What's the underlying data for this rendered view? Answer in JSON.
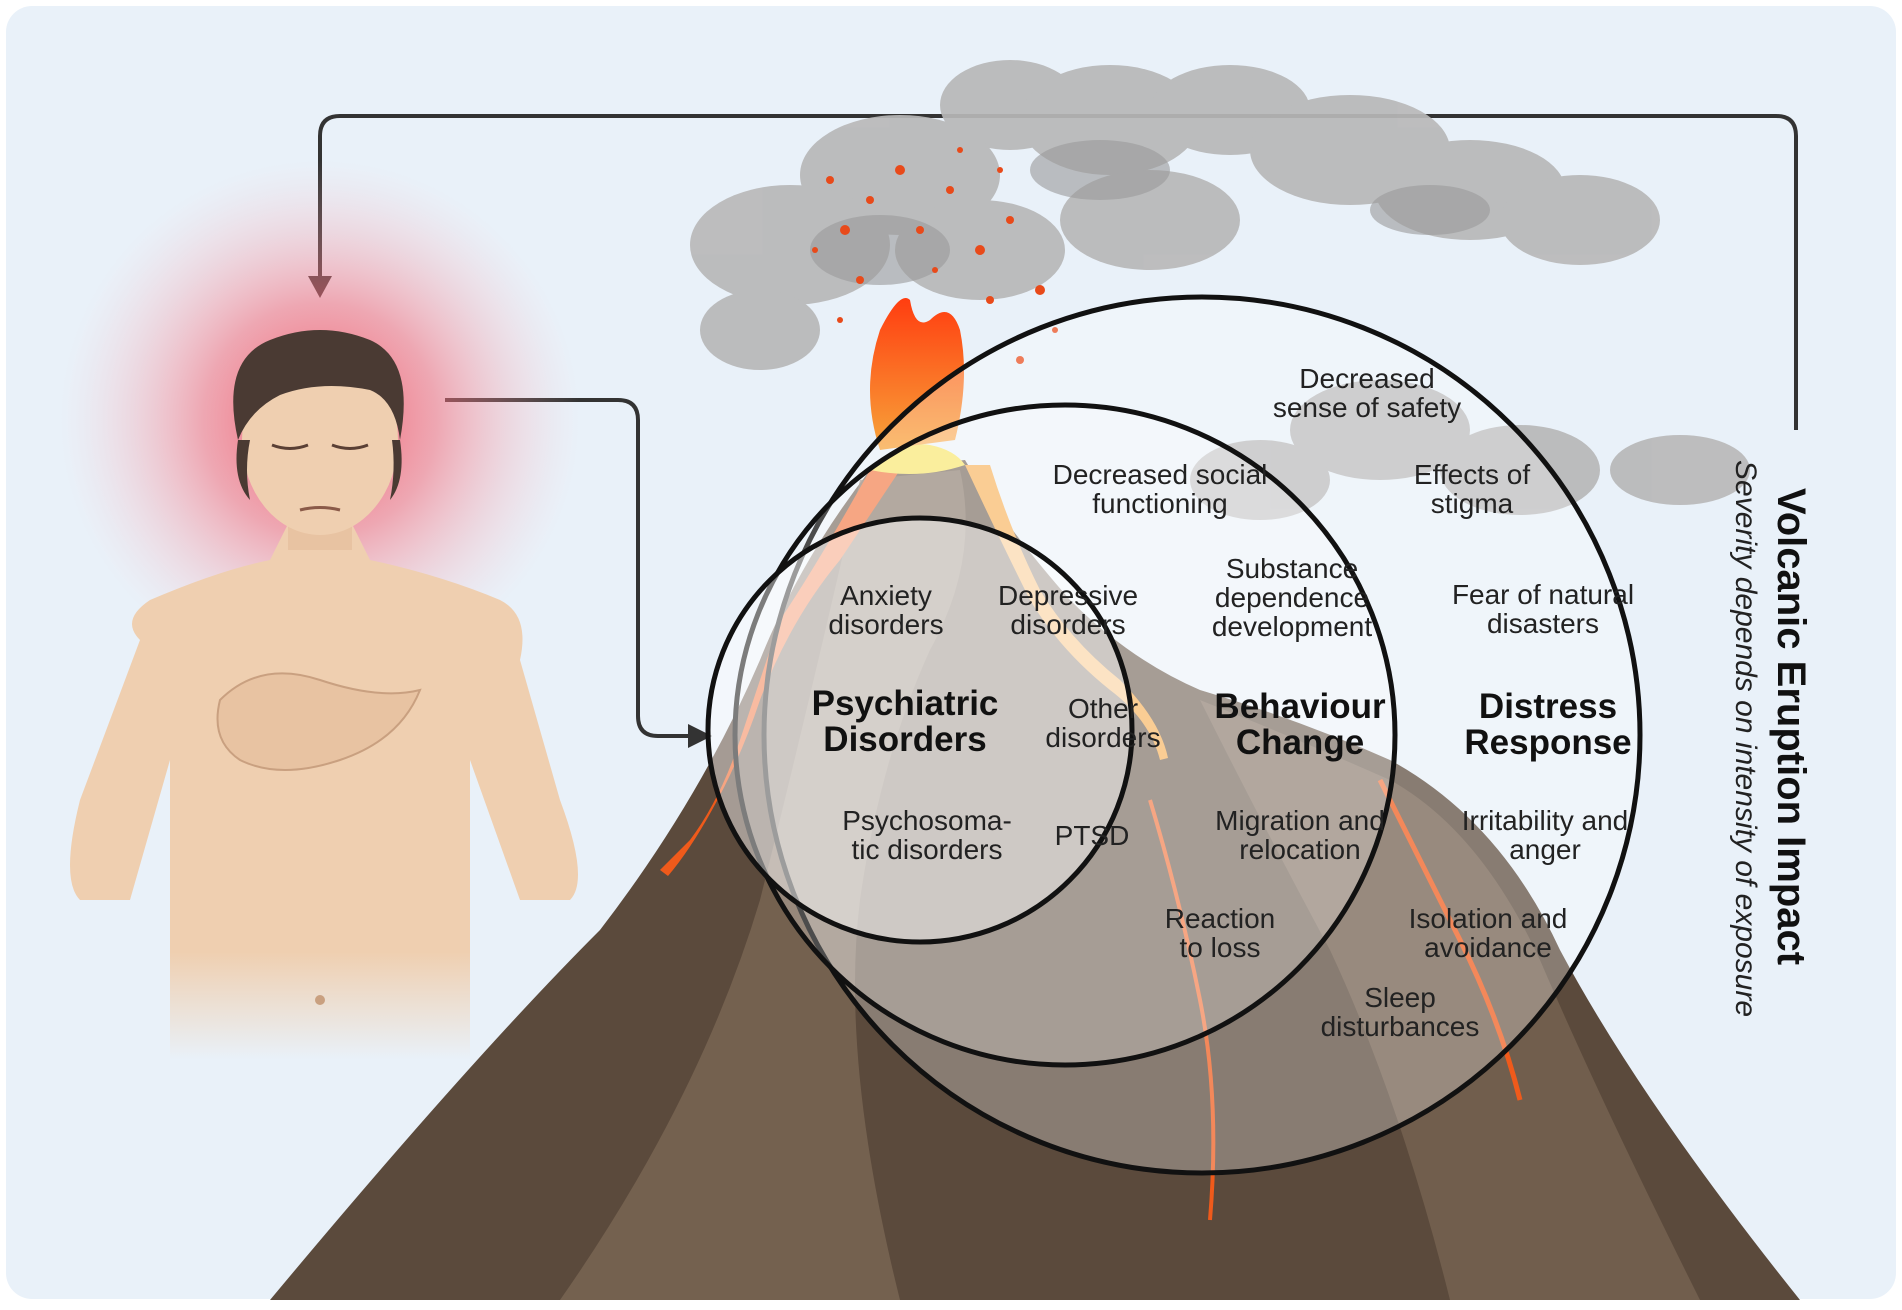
{
  "side_title": "Volcanic Eruption Impact",
  "side_subtitle": "Severity depends on intensity of exposure",
  "circles": {
    "psychiatric": {
      "title": [
        "Psychiatric",
        "Disorders"
      ],
      "items": [
        [
          "Anxiety",
          "disorders"
        ],
        [
          "Depressive",
          "disorders"
        ],
        [
          "Other",
          "disorders"
        ],
        [
          "Psychosoma-",
          "tic disorders"
        ],
        [
          "PTSD"
        ]
      ]
    },
    "behaviour": {
      "title": [
        "Behaviour",
        "Change"
      ],
      "items": [
        [
          "Decreased social",
          "functioning"
        ],
        [
          "Substance",
          "dependence",
          "development"
        ],
        [
          "Migration and",
          "relocation"
        ],
        [
          "Reaction",
          "to loss"
        ]
      ]
    },
    "distress": {
      "title": [
        "Distress",
        "Response"
      ],
      "items": [
        [
          "Decreased",
          "sense of safety"
        ],
        [
          "Effects of",
          "stigma"
        ],
        [
          "Fear of natural",
          "disasters"
        ],
        [
          "Irritability and",
          "anger"
        ],
        [
          "Isolation and",
          "avoidance"
        ],
        [
          "Sleep",
          "disturbances"
        ]
      ]
    }
  },
  "colors": {
    "background": "#e9f1f9",
    "volcano_dark": "#5b4a3c",
    "volcano_mid": "#7a6654",
    "lava": "#ef5a1b",
    "lava_light": "#f7a43a",
    "smoke": "#b8b8b8",
    "skin": "#efcfb0",
    "hair": "#4a3a33",
    "arrow": "#333333",
    "circle_stroke": "#111111"
  },
  "icons": [
    "person-figure",
    "volcano-illustration",
    "smoke-cloud",
    "lava-spray",
    "arrow-down-icon",
    "arrow-right-icon"
  ]
}
